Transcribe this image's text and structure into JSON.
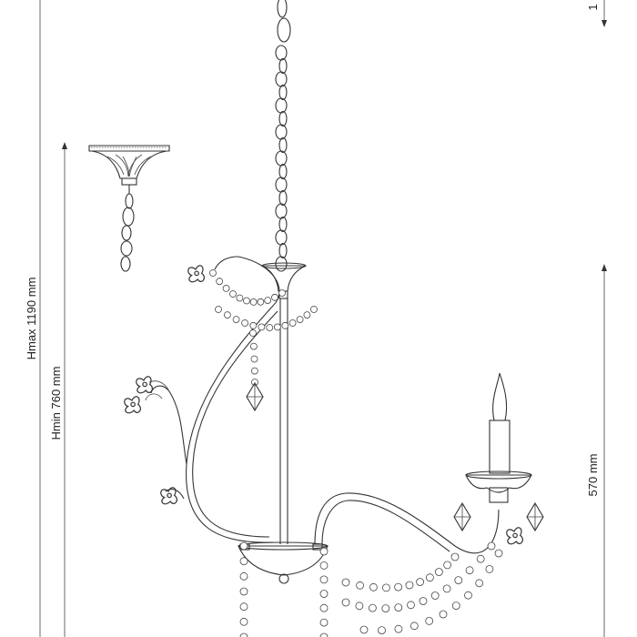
{
  "dimensions": {
    "hmax_label": "Hmax 1190 mm",
    "hmin_label": "Hmin 760 mm",
    "arm_height_label": "570 mm",
    "top_right_fragment": "1"
  }
}
